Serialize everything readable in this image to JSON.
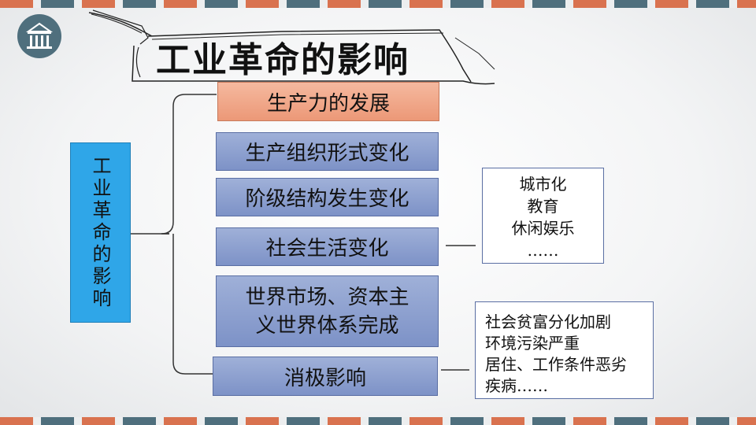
{
  "title": "工业革命的影响",
  "left_label": "工业革命的影响",
  "items": [
    {
      "label": "生产力的发展"
    },
    {
      "label": "生产组织形式变化"
    },
    {
      "label": "阶级结构发生变化"
    },
    {
      "label": "社会生活变化"
    },
    {
      "label_line1": "世界市场、资本主",
      "label_line2": "义世界体系完成"
    },
    {
      "label": "消极影响"
    }
  ],
  "social_note": [
    "城市化",
    "教育",
    "休闲娱乐",
    "……"
  ],
  "negative_note": [
    "社会贫富分化加剧",
    "环境污染严重",
    "居住、工作条件恶劣",
    "疾病……"
  ],
  "colors": {
    "stripe_a": "#d9724f",
    "stripe_b": "#4f6f7d",
    "left_box": "#2fa6e8",
    "item_box": "#8a9dce",
    "highlight_box": "#f0a283",
    "logo": "#4f6f7d"
  },
  "icons": {
    "logo": "pavilion-icon"
  }
}
